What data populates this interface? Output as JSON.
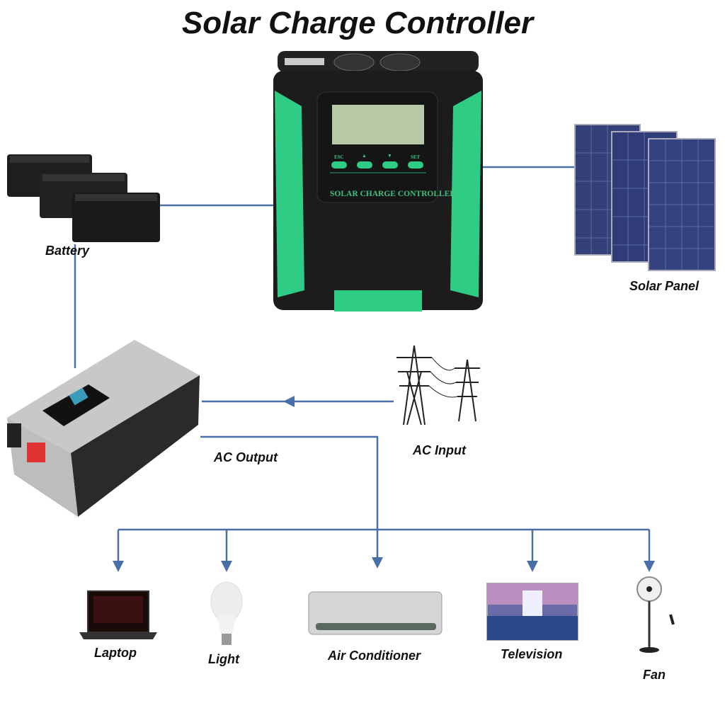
{
  "title": "Solar Charge Controller",
  "controller": {
    "label": "SOLAR CHARGE CONTROLLER",
    "buttons": [
      "ESC",
      "▲",
      "▼",
      "SET"
    ]
  },
  "labels": {
    "battery": "Battery",
    "solar_panel": "Solar Panel",
    "ac_output": "AC Output",
    "ac_input": "AC Input"
  },
  "appliances": [
    {
      "label": "Laptop",
      "icon": "laptop-icon"
    },
    {
      "label": "Light",
      "icon": "light-bulb-icon"
    },
    {
      "label": "Air Conditioner",
      "icon": "air-conditioner-icon"
    },
    {
      "label": "Television",
      "icon": "television-icon"
    },
    {
      "label": "Fan",
      "icon": "fan-icon"
    }
  ],
  "colors": {
    "line": "#4a6fa8",
    "accent": "#2ecc84",
    "body": "#1c1c1c"
  }
}
